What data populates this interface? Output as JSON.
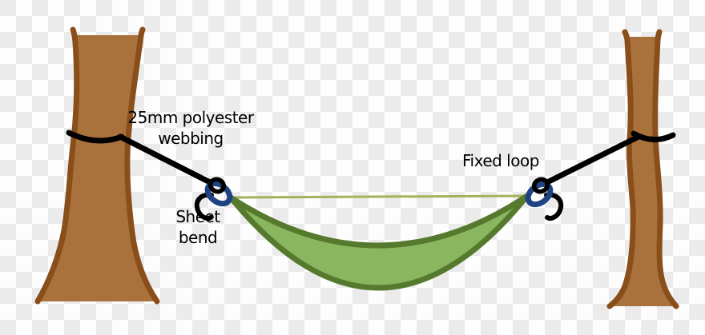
{
  "labels": {
    "webbing": {
      "line1": "25mm polyester",
      "line2": "webbing"
    },
    "sheet_bend": {
      "line1": "Sheet",
      "line2": "bend"
    },
    "fixed_loop": "Fixed loop"
  },
  "colors": {
    "tree_fill": "#a9713c",
    "tree_outline": "#8a4e1b",
    "hammock_fill": "#89b65f",
    "hammock_outline": "#567a2d",
    "ridgeline_green": "#a4b259",
    "rope_black": "#000000",
    "loop_blue": "#1e4384",
    "checker_gray": "#ebebeb",
    "checker_white": "#fdfdfd"
  }
}
